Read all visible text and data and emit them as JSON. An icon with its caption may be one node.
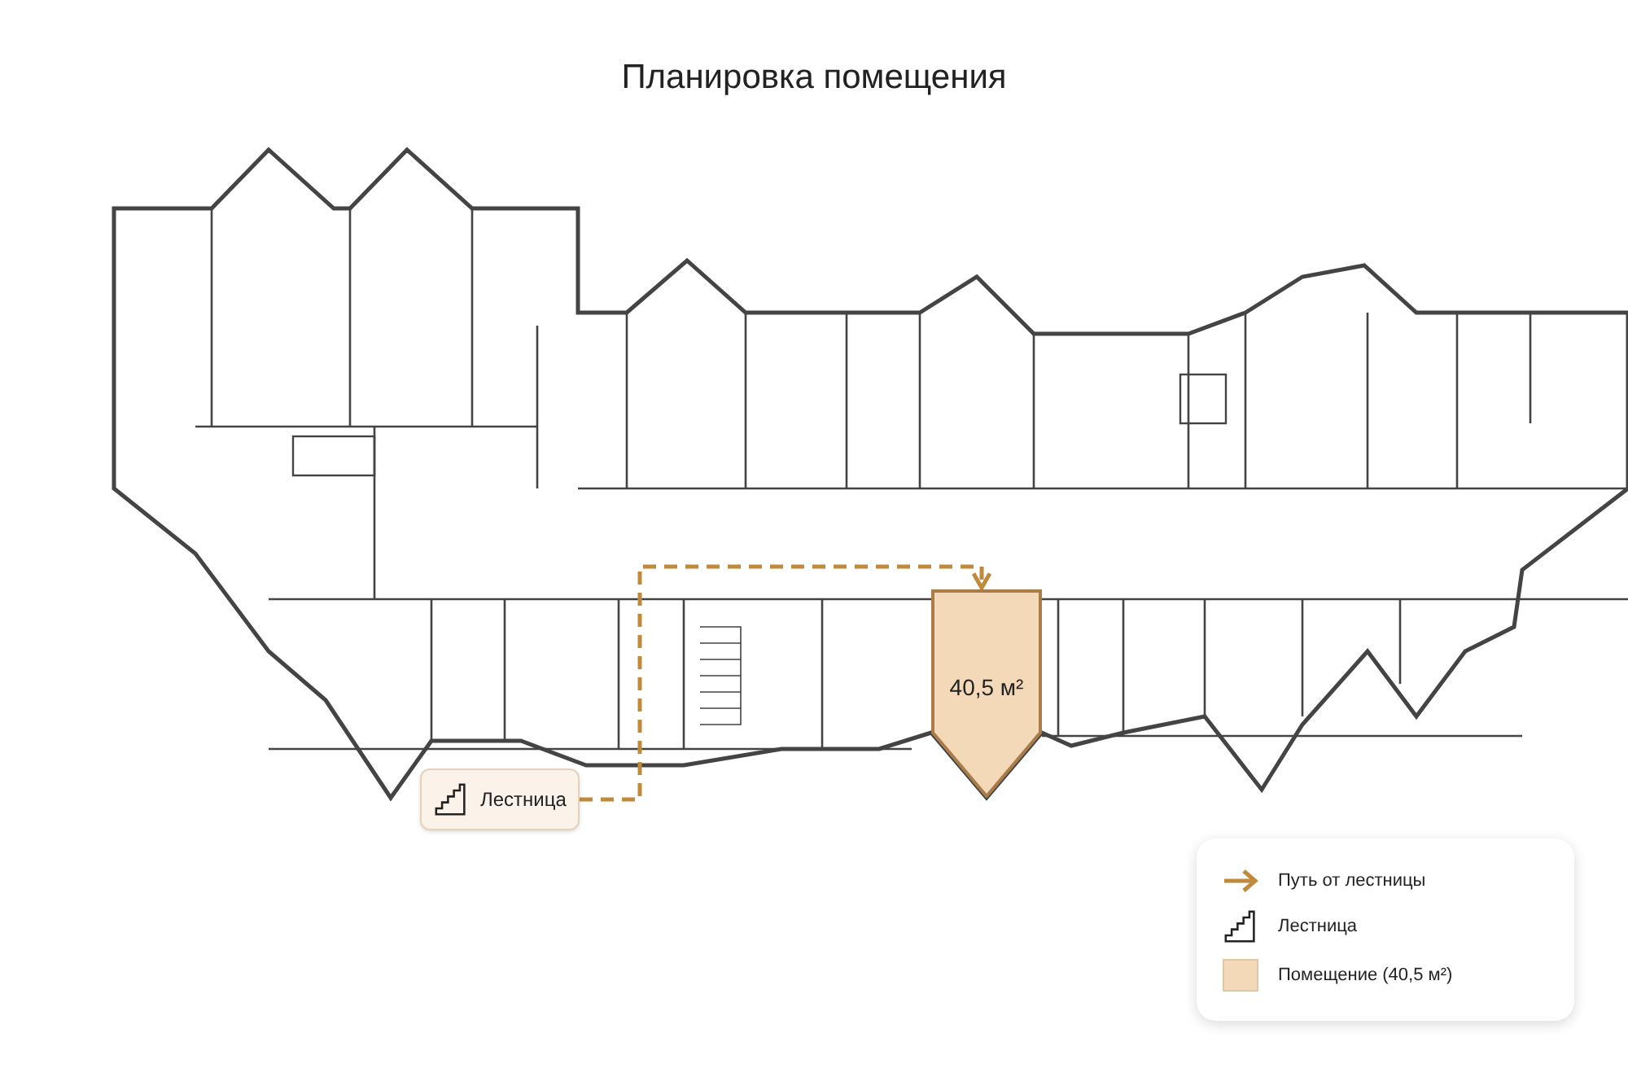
{
  "diagram": {
    "title": "Планировка помещения",
    "nodes": [
      {
        "text": [
          "Лестница"
        ]
      },
      {
        "text": [
          "40,5 м²"
        ]
      }
    ],
    "edges": [
      {
        "from": 0,
        "to": 1,
        "arrow": "to",
        "style": "dashed",
        "color": "#c08a3e"
      }
    ],
    "legend": [
      {
        "text": "Путь от лестницы"
      },
      {
        "text": "Лестница"
      },
      {
        "text": "Помещение (40,5 м²)",
        "color": "#f3d9b8"
      }
    ]
  }
}
